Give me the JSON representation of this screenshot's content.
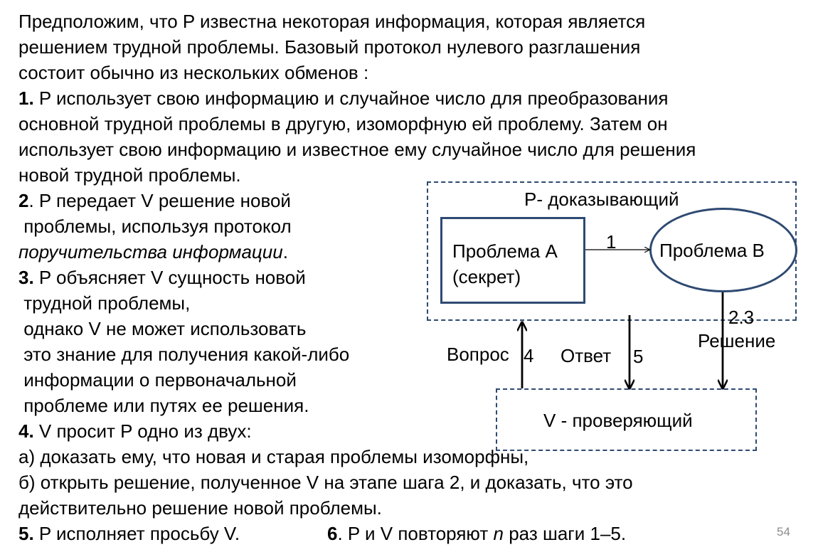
{
  "paragraph": {
    "lines": [
      "Предположим, что P известна некоторая информация, которая является",
      "решением трудной проблемы. Базовый протокол нулевого разглашения",
      "состоит обычно из нескольких обменов :"
    ]
  },
  "step1": {
    "num": "1.",
    "line1": " P использует свою информацию и случайное число для преобразования",
    "line2": "основной трудной проблемы в другую, изоморфную ей проблему. Затем он",
    "line3": "использует свою информацию и известное ему случайное число для решения",
    "line4": "новой трудной проблемы."
  },
  "step2": {
    "num": "2",
    "line1": ". P передает V решение новой",
    "line2": " проблемы, используя протокол",
    "line3_italic": "поручительства информации",
    "line3_end": "."
  },
  "step3": {
    "num": "3.",
    "line1": " P объясняет V сущность новой",
    "lines": [
      " трудной проблемы,",
      " однако V не может использовать",
      " это знание для получения какой-либо",
      " информации о первоначальной",
      " проблеме или путях ее решения."
    ]
  },
  "step4": {
    "num": "4.",
    "line1": " V просит P одно из двух:",
    "option_a": "а) доказать ему, что новая и старая проблемы изоморфны,",
    "option_b1": "б) открыть решение, полученное V на этапе шага 2, и доказать, что это",
    "option_b2": "действительно решение новой проблемы."
  },
  "step5": {
    "num": "5.",
    "text": " P исполняет просьбу V."
  },
  "step6": {
    "num": "6",
    "text_a": ". P и V повторяют ",
    "n": "n",
    "text_b": " раз шаги 1–5."
  },
  "diagram": {
    "prover_label": "P- доказывающий",
    "problem_a_line1": "Проблема А",
    "problem_a_line2": "(секрет)",
    "arrow_1_label": "1",
    "problem_b_label": "Проблема В",
    "step_23_label": "2.3",
    "solution_label": "Решение",
    "question_label": "Вопрос",
    "question_num": "4",
    "answer_label": "Ответ",
    "answer_num": "5",
    "verifier_label": "V - проверяющий"
  },
  "page_number": "54",
  "colors": {
    "box_border": "#2e4a72",
    "page_number": "#8c8c8c"
  }
}
